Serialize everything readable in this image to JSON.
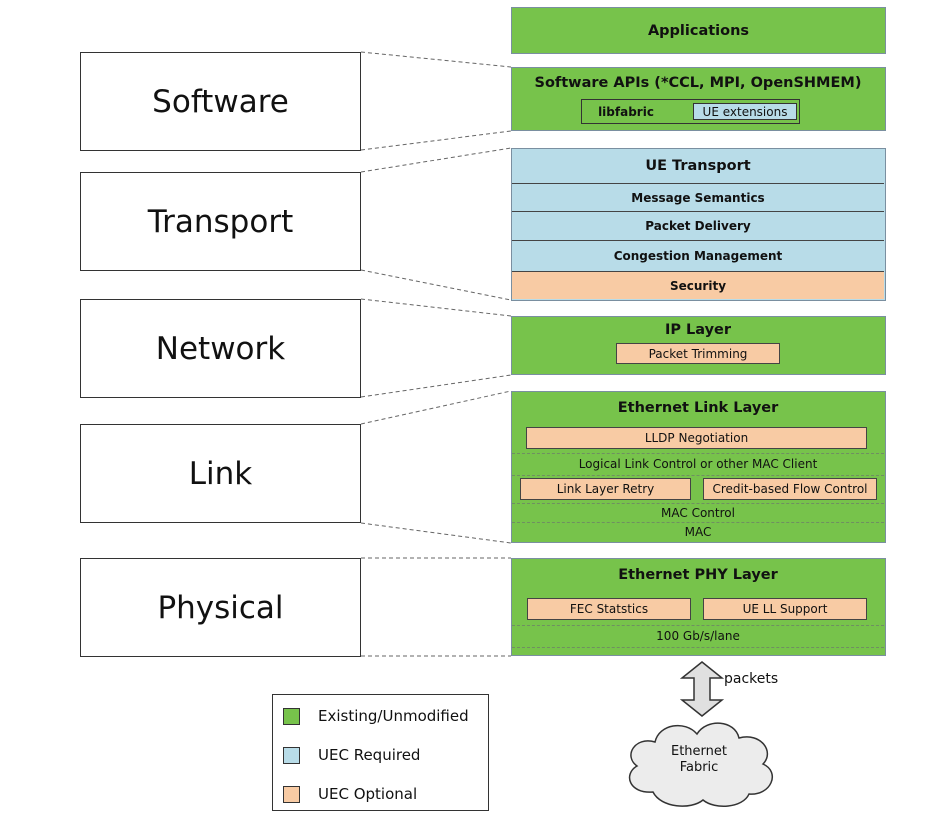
{
  "osi_layers": [
    {
      "label": "Software"
    },
    {
      "label": "Transport"
    },
    {
      "label": "Network"
    },
    {
      "label": "Link"
    },
    {
      "label": "Physical"
    }
  ],
  "stack": {
    "applications": "Applications",
    "software_apis": {
      "title": "Software APIs (*CCL, MPI, OpenSHMEM)",
      "libfabric": "libfabric",
      "ue_extensions": "UE extensions"
    },
    "ue_transport": {
      "title": "UE Transport",
      "message_semantics": "Message Semantics",
      "packet_delivery": "Packet Delivery",
      "congestion_management": "Congestion Management",
      "security": "Security"
    },
    "ip_layer": {
      "title": "IP Layer",
      "packet_trimming": "Packet Trimming"
    },
    "ethernet_link": {
      "title": "Ethernet Link Layer",
      "lldp": "LLDP Negotiation",
      "llc": "Logical Link Control or other MAC Client",
      "link_layer_retry": "Link Layer Retry",
      "credit_flow": "Credit-based Flow Control",
      "mac_control": "MAC Control",
      "mac": "MAC"
    },
    "ethernet_phy": {
      "title": "Ethernet PHY Layer",
      "fec": "FEC Statstics",
      "ue_ll": "UE LL Support",
      "speed": "100 Gb/s/lane"
    }
  },
  "packets_label": "packets",
  "cloud": {
    "line1": "Ethernet",
    "line2": "Fabric"
  },
  "legend": [
    {
      "label": "Existing/Unmodified",
      "color": "#77c34b"
    },
    {
      "label": "UEC Required",
      "color": "#b8dce8"
    },
    {
      "label": "UEC Optional",
      "color": "#f8cba4"
    }
  ]
}
